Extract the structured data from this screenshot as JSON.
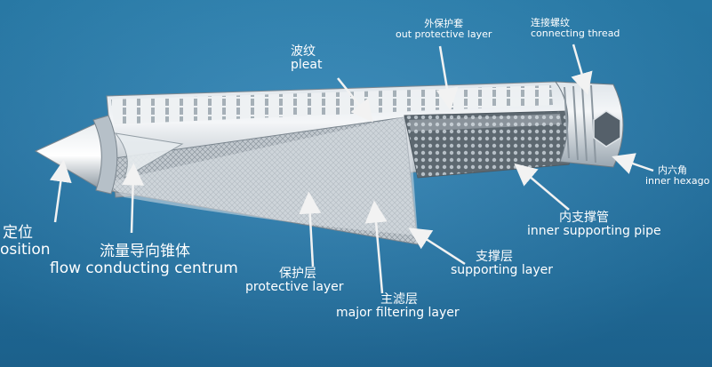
{
  "labels": {
    "out_protective_layer": {
      "cn": "外保护套",
      "en": "out protective layer"
    },
    "connecting_thread": {
      "cn": "连接螺纹",
      "en": "connecting thread"
    },
    "pleat": {
      "cn": "波纹",
      "en": "pleat"
    },
    "inner_hexagon": {
      "cn": "内六角",
      "en": "inner hexago"
    },
    "inner_supporting_pipe": {
      "cn": "内支撑管",
      "en": "inner supporting pipe"
    },
    "supporting_layer": {
      "cn": "支撑层",
      "en": "supporting layer"
    },
    "major_filtering_layer": {
      "cn": "主滤层",
      "en": "major filtering layer"
    },
    "protective_layer": {
      "cn": "保护层",
      "en": "protective layer"
    },
    "flow_conducting_centrum": {
      "cn": "流量导向锥体",
      "en": "flow conducting centrum"
    },
    "position": {
      "cn": "定位",
      "en": "osition"
    }
  },
  "colors": {
    "background": "#2a7fb2",
    "text": "#ffffff",
    "arrow": "#f2f2f2"
  }
}
